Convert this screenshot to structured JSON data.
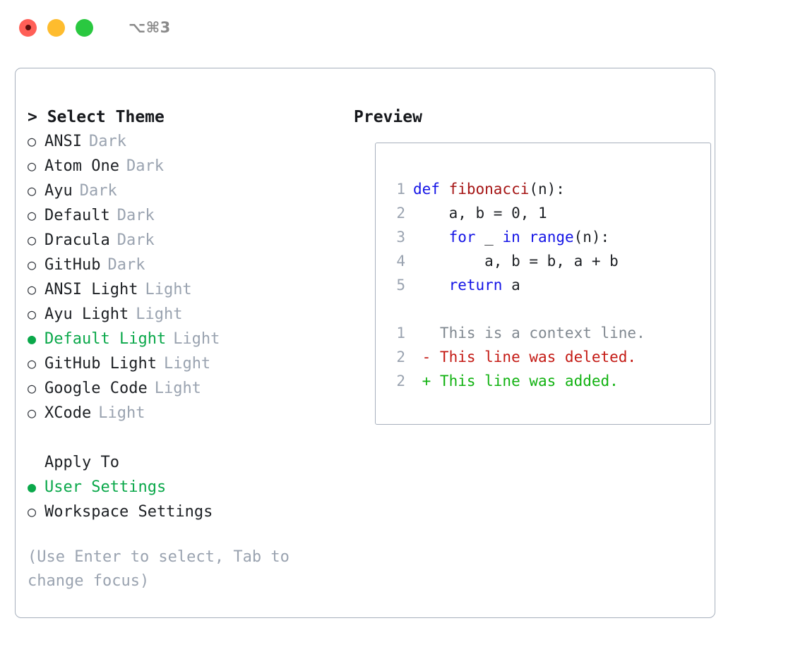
{
  "titlebar": {
    "shortcut": "⌥⌘3",
    "lights": [
      {
        "name": "close-button",
        "color": "#ff5f57"
      },
      {
        "name": "minimize-button",
        "color": "#febc2e"
      },
      {
        "name": "maximize-button",
        "color": "#2ac840"
      }
    ]
  },
  "theme_picker": {
    "header": "> Select Theme",
    "selected_marker": "●",
    "unselected_marker": "○",
    "accent_color": "#0aa84a",
    "muted_color": "#9aa3b0",
    "items": [
      {
        "marker": "○",
        "label": "ANSI",
        "tag": "Dark",
        "selected": false
      },
      {
        "marker": "○",
        "label": "Atom One",
        "tag": "Dark",
        "selected": false
      },
      {
        "marker": "○",
        "label": "Ayu",
        "tag": "Dark",
        "selected": false
      },
      {
        "marker": "○",
        "label": "Default",
        "tag": "Dark",
        "selected": false
      },
      {
        "marker": "○",
        "label": "Dracula",
        "tag": "Dark",
        "selected": false
      },
      {
        "marker": "○",
        "label": "GitHub",
        "tag": "Dark",
        "selected": false
      },
      {
        "marker": "○",
        "label": "ANSI Light",
        "tag": "Light",
        "selected": false
      },
      {
        "marker": "○",
        "label": "Ayu Light",
        "tag": "Light",
        "selected": false
      },
      {
        "marker": "●",
        "label": "Default Light",
        "tag": "Light",
        "selected": true
      },
      {
        "marker": "○",
        "label": "GitHub Light",
        "tag": "Light",
        "selected": false
      },
      {
        "marker": "○",
        "label": "Google Code",
        "tag": "Light",
        "selected": false
      },
      {
        "marker": "○",
        "label": "XCode",
        "tag": "Light",
        "selected": false
      }
    ]
  },
  "apply_to": {
    "header": "Apply To",
    "items": [
      {
        "marker": "●",
        "label": "User Settings",
        "selected": true
      },
      {
        "marker": "○",
        "label": "Workspace Settings",
        "selected": false
      }
    ]
  },
  "hint": "(Use Enter to select, Tab to change focus)",
  "preview": {
    "header": "Preview",
    "code_lines": [
      {
        "num": "1",
        "tokens": [
          {
            "t": "def ",
            "c": "kw"
          },
          {
            "t": "fibonacci",
            "c": "fn"
          },
          {
            "t": "(n):",
            "c": "plain"
          }
        ]
      },
      {
        "num": "2",
        "tokens": [
          {
            "t": "    a, b = 0, 1",
            "c": "plain"
          }
        ]
      },
      {
        "num": "3",
        "tokens": [
          {
            "t": "    ",
            "c": "plain"
          },
          {
            "t": "for",
            "c": "kw"
          },
          {
            "t": " _ ",
            "c": "plain"
          },
          {
            "t": "in",
            "c": "kw"
          },
          {
            "t": " ",
            "c": "plain"
          },
          {
            "t": "range",
            "c": "kw"
          },
          {
            "t": "(n):",
            "c": "plain"
          }
        ]
      },
      {
        "num": "4",
        "tokens": [
          {
            "t": "        a, b = b, a + b",
            "c": "plain"
          }
        ]
      },
      {
        "num": "5",
        "tokens": [
          {
            "t": "    ",
            "c": "plain"
          },
          {
            "t": "return",
            "c": "kw"
          },
          {
            "t": " a",
            "c": "plain"
          }
        ]
      }
    ],
    "diff_lines": [
      {
        "num": "1",
        "text": "   This is a context line.",
        "kind": "ctx"
      },
      {
        "num": "2",
        "text": " - This line was deleted.",
        "kind": "del"
      },
      {
        "num": "2",
        "text": " + This line was added.",
        "kind": "add"
      }
    ]
  }
}
